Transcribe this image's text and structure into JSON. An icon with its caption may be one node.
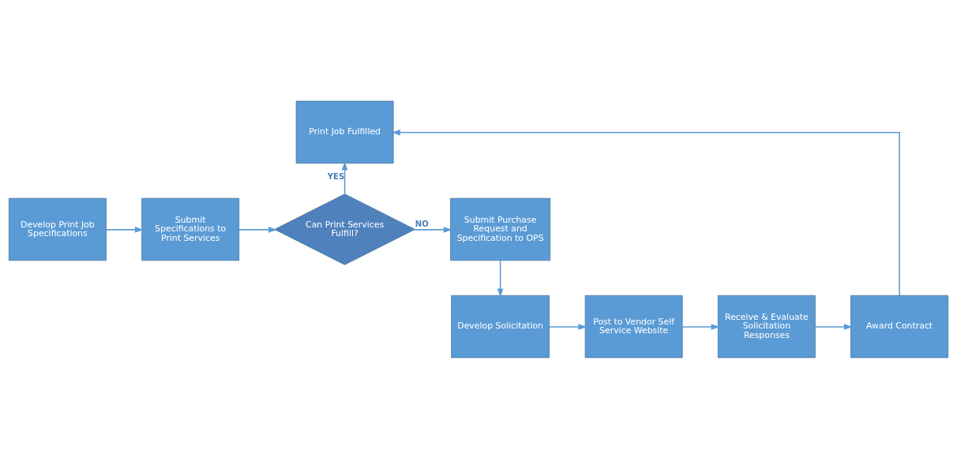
{
  "diagram": {
    "nodes": [
      {
        "text": [
          "Print Job Fulfilled"
        ]
      },
      {
        "text": [
          "Develop Print Job Specifications"
        ]
      },
      {
        "text": [
          "Submit Specifications to Print Services"
        ]
      },
      {
        "text": [
          "Can Print Services Fulfill?"
        ]
      },
      {
        "text": [
          "Submit Purchase Request and Specification to OPS"
        ]
      },
      {
        "text": [
          "Develop Solicitation"
        ]
      },
      {
        "text": [
          "Post to Vendor Self Service Website"
        ]
      },
      {
        "text": [
          "Receive & Evaluate Solicitation Responses"
        ]
      },
      {
        "text": [
          "Award Contract"
        ]
      }
    ],
    "edges": [
      {
        "from": 1,
        "to": 2,
        "arrow": "to"
      },
      {
        "from": 2,
        "to": 3,
        "arrow": "to"
      },
      {
        "from": 3,
        "to": 0,
        "arrow": "to",
        "label": "YES"
      },
      {
        "from": 3,
        "to": 4,
        "arrow": "to",
        "label": "NO"
      },
      {
        "from": 4,
        "to": 5,
        "arrow": "to"
      },
      {
        "from": 5,
        "to": 6,
        "arrow": "to"
      },
      {
        "from": 6,
        "to": 7,
        "arrow": "to"
      },
      {
        "from": 7,
        "to": 8,
        "arrow": "to"
      },
      {
        "from": 8,
        "to": 0,
        "arrow": "to"
      }
    ]
  }
}
